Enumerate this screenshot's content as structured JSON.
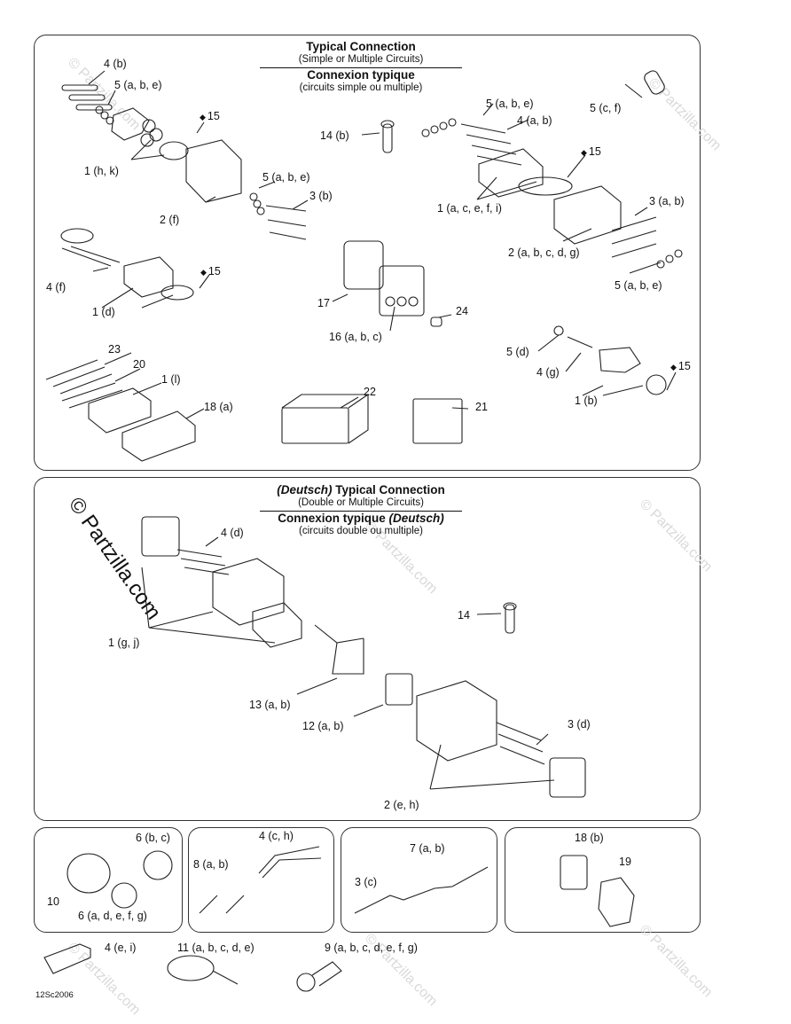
{
  "top_panel": {
    "title": "Typical Connection",
    "subtitle": "(Simple or Multiple Circuits)",
    "title_fr": "Connexion typique",
    "subtitle_fr": "(circuits simple ou multiple)",
    "callouts": [
      "4 (b)",
      "5 (a, b, e)",
      "15",
      "1 (h, k)",
      "2 (f)",
      "5 (a, b, e)",
      "3 (b)",
      "14 (b)",
      "5 (a, b, e)",
      "4 (a, b)",
      "5 (c, f)",
      "15",
      "1 (a, c, e, f, i)",
      "3 (a, b)",
      "2 (a, b, c, d, g)",
      "5 (a, b, e)",
      "4 (f)",
      "15",
      "1 (d)",
      "17",
      "24",
      "16 (a, b, c)",
      "5 (d)",
      "4 (g)",
      "15",
      "1 (b)",
      "23",
      "20",
      "1 (l)",
      "18 (a)",
      "22",
      "21"
    ]
  },
  "mid_panel": {
    "title_prefix": "(Deutsch)",
    "title": "Typical Connection",
    "subtitle": "(Double or Multiple Circuits)",
    "title_fr": "Connexion typique",
    "title_fr_suffix": "(Deutsch)",
    "subtitle_fr": "(circuits double ou multiple)",
    "callouts": [
      "4 (d)",
      "1 (g, j)",
      "14",
      "13 (a, b)",
      "12 (a, b)",
      "3 (d)",
      "2 (e, h)"
    ]
  },
  "bottom_panels": [
    {
      "callouts": [
        "6 (b, c)",
        "10",
        "6 (a, d, e, f, g)"
      ]
    },
    {
      "callouts": [
        "4 (c, h)",
        "8 (a, b)"
      ]
    },
    {
      "callouts": [
        "7 (a, b)",
        "3 (c)"
      ]
    },
    {
      "callouts": [
        "18 (b)",
        "19"
      ]
    }
  ],
  "loose_callouts": [
    "4 (e, i)",
    "11 (a, b, c, d, e)",
    "9 (a, b, c, d, e, f, g)"
  ],
  "watermark": "© Partzilla.com",
  "figure_code": "12Sc2006"
}
